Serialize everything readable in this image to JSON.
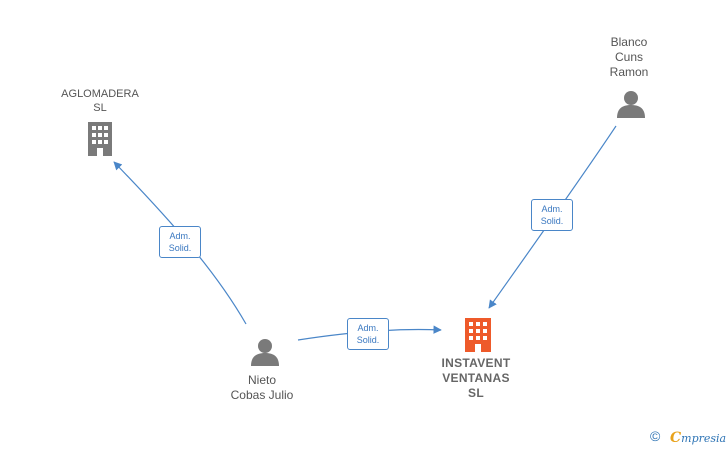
{
  "nodes": {
    "aglomadera": {
      "label": "AGLOMADERA\nSL"
    },
    "blanco": {
      "label": "Blanco\nCuns\nRamon"
    },
    "nieto": {
      "label": "Nieto\nCobas Julio"
    },
    "instavent": {
      "label": "INSTAVENT\nVENTANAS\nSL"
    }
  },
  "edges": {
    "nieto_aglomadera": {
      "label": "Adm.\nSolid."
    },
    "nieto_instavent": {
      "label": "Adm.\nSolid."
    },
    "blanco_instavent": {
      "label": "Adm.\nSolid."
    }
  },
  "watermark": {
    "symbol": "©",
    "brand_initial": "C",
    "brand_rest": "mpresia"
  },
  "colors": {
    "company_icon": "#7a7a7a",
    "main_company_icon": "#ee5a2a",
    "person_icon": "#7a7a7a",
    "edge": "#4a86c8",
    "edge_label_text": "#3a78c0"
  }
}
